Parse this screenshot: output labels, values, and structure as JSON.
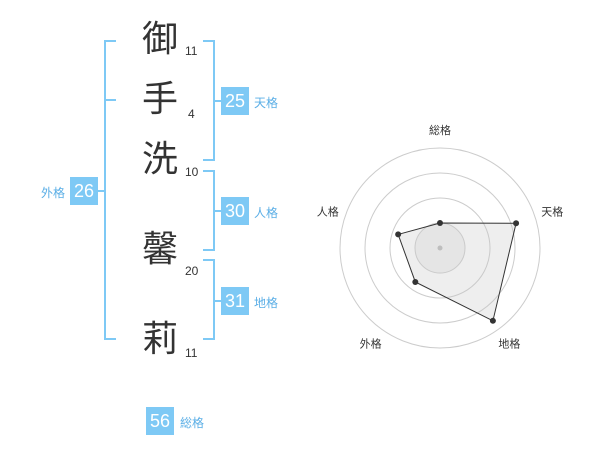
{
  "name_chars": [
    {
      "char": "御",
      "strokes": "11"
    },
    {
      "char": "手",
      "strokes": "4"
    },
    {
      "char": "洗",
      "strokes": "10"
    },
    {
      "char": "馨",
      "strokes": "20"
    },
    {
      "char": "莉",
      "strokes": "11"
    }
  ],
  "kaku": {
    "tenkaku": {
      "value": "25",
      "label": "天格"
    },
    "jinkaku": {
      "value": "30",
      "label": "人格"
    },
    "chikaku": {
      "value": "31",
      "label": "地格"
    },
    "gaikaku": {
      "value": "26",
      "label": "外格"
    },
    "soukaku": {
      "value": "56",
      "label": "総格"
    }
  },
  "colors": {
    "accent": "#7ec9f5",
    "accent_text": "#5aaee6",
    "text": "#333333",
    "grid": "#cccccc"
  },
  "chart_data": {
    "type": "radar",
    "axes": [
      "総格",
      "天格",
      "地格",
      "外格",
      "人格"
    ],
    "values": [
      0.25,
      0.8,
      0.9,
      0.42,
      0.44
    ],
    "rings": 4,
    "range": [
      0,
      1
    ],
    "grid": true
  }
}
